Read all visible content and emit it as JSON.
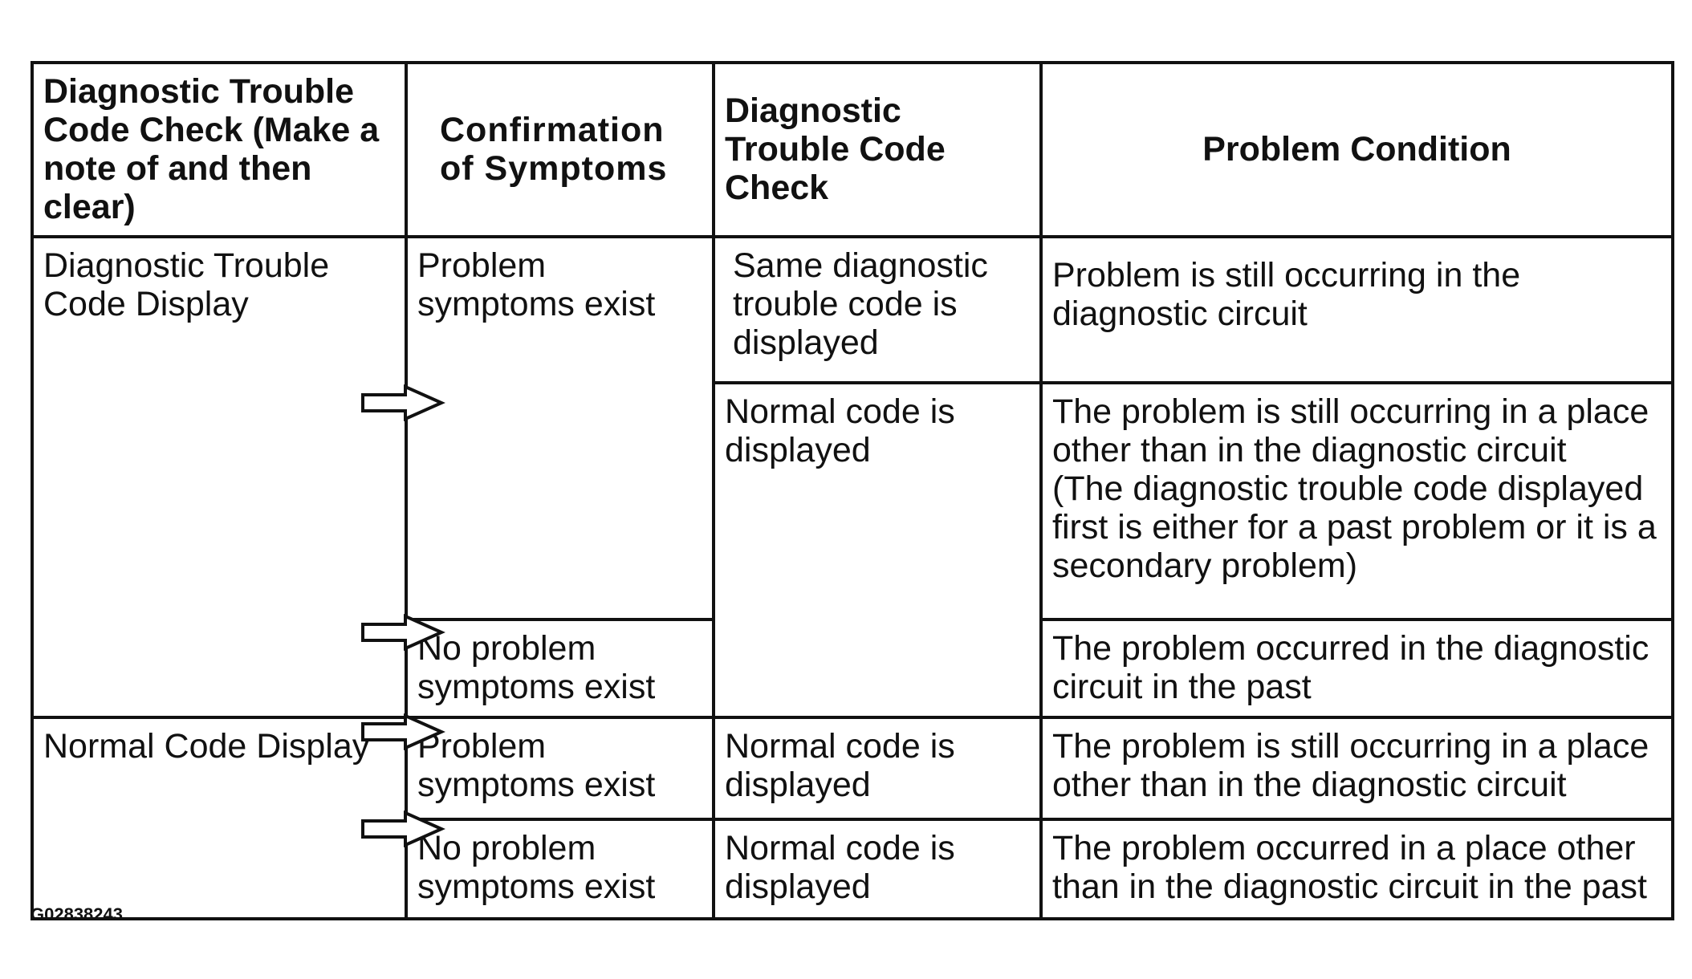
{
  "headers": {
    "col1": "Diagnostic Trouble Code Check (Make a note of and then clear)",
    "col2": "Confirmation of Symptoms",
    "col3": "Diagnostic Trouble Code Check",
    "col4": "Problem Condition"
  },
  "rows": {
    "dtc_display": "Diagnostic Trouble Code Display",
    "normal_display": "Normal Code Display",
    "symptoms_exist": "Problem symptoms exist",
    "no_symptoms": "No problem symptoms exist",
    "same_code": "Same diagnostic trouble code is displayed",
    "normal_code": "Normal code is displayed",
    "normal_code_2": "Normal code is displayed",
    "normal_code_3": "Normal code is displayed",
    "symptoms_exist_2": "Problem symptoms exist",
    "no_symptoms_2": "No problem symptoms exist",
    "cond_1": "Problem is still occurring in the diagnostic circuit",
    "cond_2a": "The problem is still occurring in a place other than in the diagnostic circuit",
    "cond_2b": "(The diagnostic trouble code displayed first is either for a past problem or it is a secondary problem)",
    "cond_3": "The problem occurred in the diagnostic circuit in the past",
    "cond_4": "The problem is still occurring in a place other than in the diagnostic circuit",
    "cond_5": "The problem occurred in a place other than in the diagnostic circuit in the past"
  },
  "figure_code": "G02838243"
}
